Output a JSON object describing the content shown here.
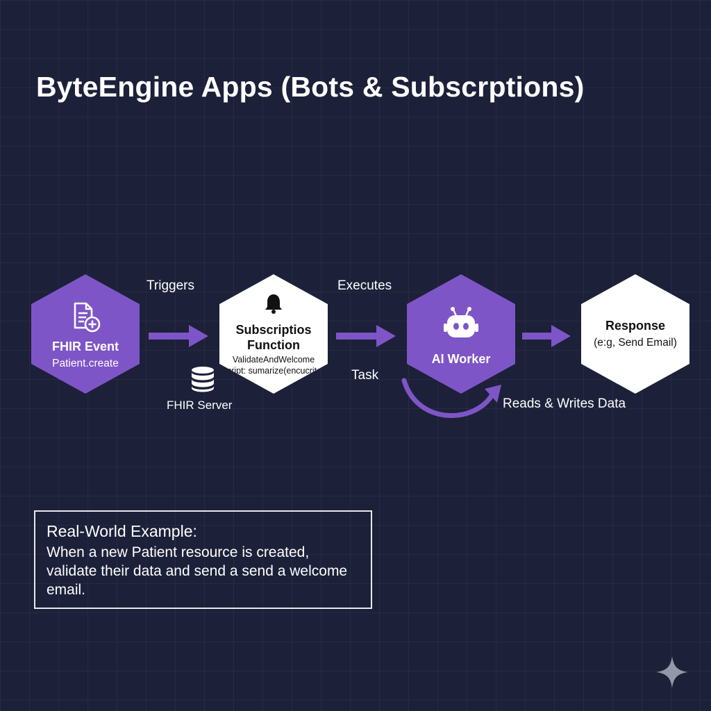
{
  "title": "ByteEngine Apps (Bots & Subscrptions)",
  "nodes": {
    "fhir_event": {
      "title": "FHIR Event",
      "subtitle": "Patient.create",
      "icon": "document-add-icon"
    },
    "subscription": {
      "title_line1": "Subscriptios",
      "title_line2": "Function",
      "detail1": "ValidateAndWelcome",
      "detail2": "script: sumarize(encucrite)",
      "icon": "bell-icon"
    },
    "ai_worker": {
      "title": "AI Worker",
      "icon": "robot-icon"
    },
    "response": {
      "title": "Response",
      "subtitle": "(e:g, Send Email)"
    }
  },
  "labels": {
    "triggers": "Triggers",
    "executes": "Executes",
    "task": "Task",
    "fhir_server": "FHIR Server",
    "reads_writes": "Reads & Writes Data"
  },
  "example": {
    "heading": "Real-World Example:",
    "body": "When a new Patient resource is created, validate their data and send a send a welcome email."
  },
  "colors": {
    "background": "#1c2039",
    "accent_purple": "#7e55c7",
    "node_white": "#ffffff"
  }
}
